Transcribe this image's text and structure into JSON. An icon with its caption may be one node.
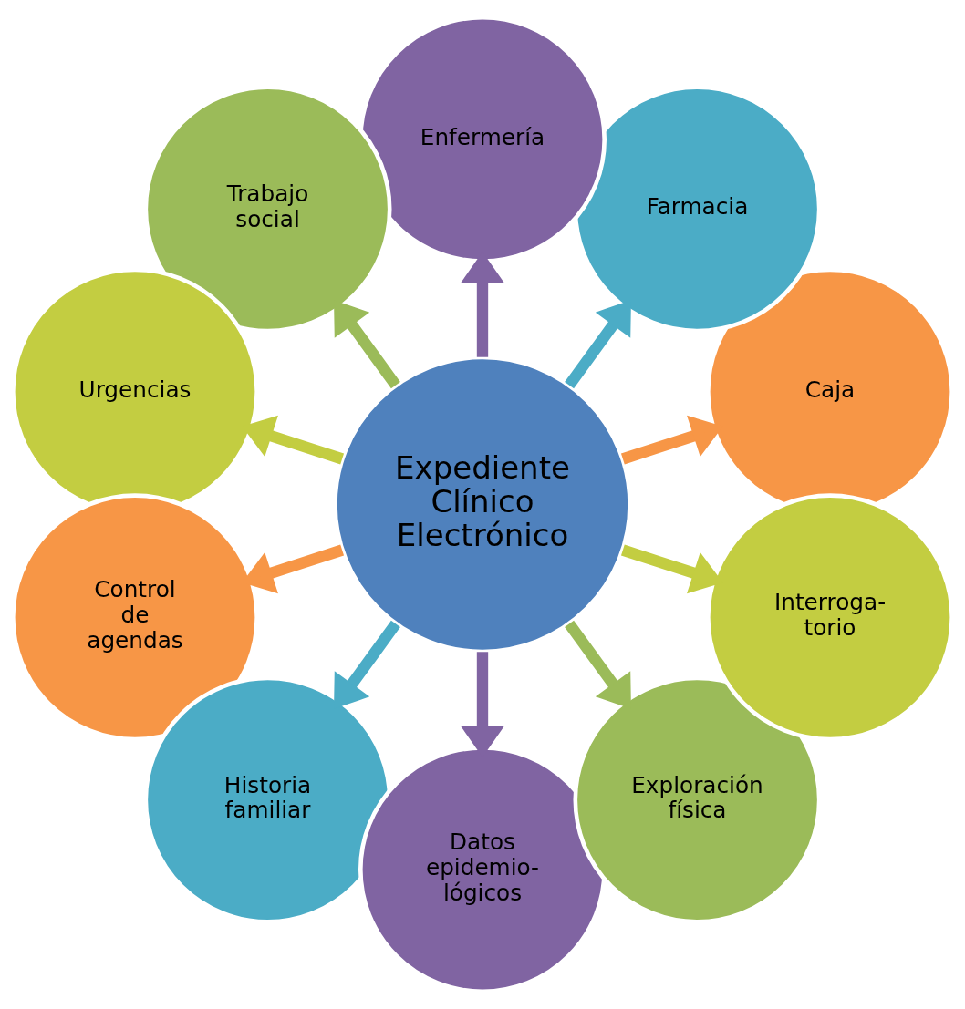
{
  "diagram": {
    "nodes": [
      {
        "text": [
          "Expediente Clínico Electrónico"
        ]
      },
      {
        "text": [
          "Interroga- torio"
        ]
      },
      {
        "text": [
          "Exploración física"
        ]
      },
      {
        "text": [
          "Datos epidemio- lógicos"
        ]
      },
      {
        "text": [
          "Historia familiar"
        ]
      },
      {
        "text": [
          "Control de agendas"
        ]
      },
      {
        "text": [
          "Urgencias"
        ]
      },
      {
        "text": [
          "Trabajo social"
        ]
      },
      {
        "text": [
          "Enfermería"
        ]
      },
      {
        "text": [
          "Farmacia"
        ]
      },
      {
        "text": [
          "Caja"
        ]
      }
    ],
    "edges": [
      {
        "from": 0,
        "to": 1,
        "arrow": "to",
        "color": "#c3cd41"
      },
      {
        "from": 0,
        "to": 2,
        "arrow": "to",
        "color": "#9bbb59"
      },
      {
        "from": 0,
        "to": 3,
        "arrow": "to",
        "color": "#8064a2"
      },
      {
        "from": 0,
        "to": 4,
        "arrow": "to",
        "color": "#4bacc6"
      },
      {
        "from": 0,
        "to": 5,
        "arrow": "to",
        "color": "#f79646"
      },
      {
        "from": 0,
        "to": 6,
        "arrow": "to",
        "color": "#c3cd41"
      },
      {
        "from": 0,
        "to": 7,
        "arrow": "to",
        "color": "#9bbb59"
      },
      {
        "from": 0,
        "to": 8,
        "arrow": "to",
        "color": "#8064a2"
      },
      {
        "from": 0,
        "to": 9,
        "arrow": "to",
        "color": "#4bacc6"
      },
      {
        "from": 0,
        "to": 10,
        "arrow": "to",
        "color": "#f79646"
      }
    ]
  }
}
